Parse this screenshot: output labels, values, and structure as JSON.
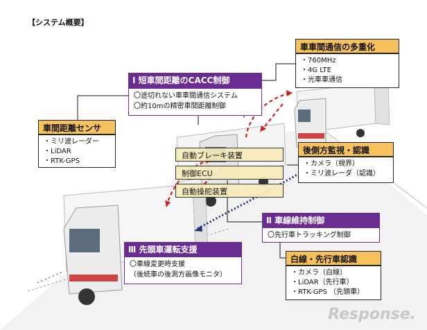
{
  "title": "【システム概要】",
  "cacc": {
    "heading": "Ⅰ 短車間距離のCACC制御",
    "items": [
      "〇途切れない車車間通信システム",
      "〇約10mの精密車間距離制御"
    ]
  },
  "comm": {
    "heading": "車車間通信の多重化",
    "items": [
      "・760MHz",
      "・4G LTE",
      "・光車車通信"
    ]
  },
  "sensor": {
    "heading": "車間距離センサ",
    "items": [
      "・ミリ波レーダー",
      "・LiDAR",
      "・RTK-GPS"
    ]
  },
  "rear": {
    "heading": "後側方監視・認識",
    "items": [
      "・カメラ（視界）",
      "・ミリ波レーダ（認識）"
    ]
  },
  "controls": [
    "自動ブレーキ装置",
    "制御ECU",
    "自動操舵装置"
  ],
  "lane": {
    "heading": "Ⅱ 車線維持制御",
    "items": [
      "〇先行車トラッキング制御"
    ]
  },
  "lead": {
    "heading": "Ⅲ 先頭車運転支援",
    "items": [
      "〇車線変更時支援",
      "（後続車の後測方画像モニタ）"
    ]
  },
  "recog": {
    "heading": "白線・先行車認識",
    "items": [
      "・カメラ（白線）",
      "・LiDAR（先行車）",
      "・RTK-GPS （先頭車）"
    ]
  },
  "watermark": "Response.",
  "colors": {
    "purple": "#6b2c91",
    "orange": "#f7c25d",
    "red_arrow": "#cc1f1f",
    "navy_arrow": "#1f2f7a"
  }
}
